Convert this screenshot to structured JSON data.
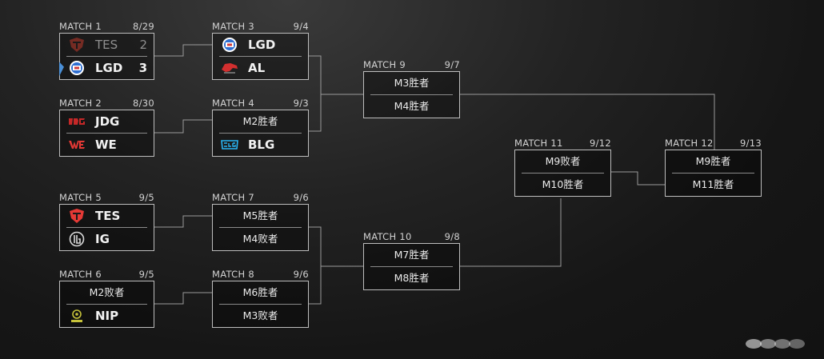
{
  "bracket": {
    "matches": [
      {
        "label": "MATCH 1",
        "date": "8/29",
        "top": {
          "name": "TES",
          "score": "2",
          "logo": "tes-logo"
        },
        "bottom": {
          "name": "LGD",
          "score": "3",
          "logo": "lgd-logo"
        }
      },
      {
        "label": "MATCH 2",
        "date": "8/30",
        "top": {
          "name": "JDG",
          "logo": "jdg-logo"
        },
        "bottom": {
          "name": "WE",
          "logo": "we-logo"
        }
      },
      {
        "label": "MATCH 3",
        "date": "9/4",
        "top": {
          "name": "LGD",
          "logo": "lgd-logo"
        },
        "bottom": {
          "name": "AL",
          "logo": "al-logo"
        }
      },
      {
        "label": "MATCH 4",
        "date": "9/3",
        "top": {
          "text": "M2胜者"
        },
        "bottom": {
          "name": "BLG",
          "logo": "blg-logo"
        }
      },
      {
        "label": "MATCH 5",
        "date": "9/5",
        "top": {
          "name": "TES",
          "logo": "tes-logo"
        },
        "bottom": {
          "name": "IG",
          "logo": "ig-logo"
        }
      },
      {
        "label": "MATCH 6",
        "date": "9/5",
        "top": {
          "text": "M2败者"
        },
        "bottom": {
          "name": "NIP",
          "logo": "nip-logo"
        }
      },
      {
        "label": "MATCH 7",
        "date": "9/6",
        "top": {
          "text": "M5胜者"
        },
        "bottom": {
          "text": "M4败者"
        }
      },
      {
        "label": "MATCH 8",
        "date": "9/6",
        "top": {
          "text": "M6胜者"
        },
        "bottom": {
          "text": "M3败者"
        }
      },
      {
        "label": "MATCH 9",
        "date": "9/7",
        "top": {
          "text": "M3胜者"
        },
        "bottom": {
          "text": "M4胜者"
        }
      },
      {
        "label": "MATCH 10",
        "date": "9/8",
        "top": {
          "text": "M7胜者"
        },
        "bottom": {
          "text": "M8胜者"
        }
      },
      {
        "label": "MATCH 11",
        "date": "9/12",
        "top": {
          "text": "M9败者"
        },
        "bottom": {
          "text": "M10胜者"
        }
      },
      {
        "label": "MATCH 12",
        "date": "9/13",
        "top": {
          "text": "M9胜者"
        },
        "bottom": {
          "text": "M11胜者"
        }
      }
    ]
  },
  "colors": {
    "background": "#1a1a1a",
    "box_border": "#bdbdbd",
    "connector": "#9a9a9a",
    "text": "#f2f2f2",
    "loser_text": "#8f8f8f",
    "winner_mark": "#4a8fd6"
  }
}
